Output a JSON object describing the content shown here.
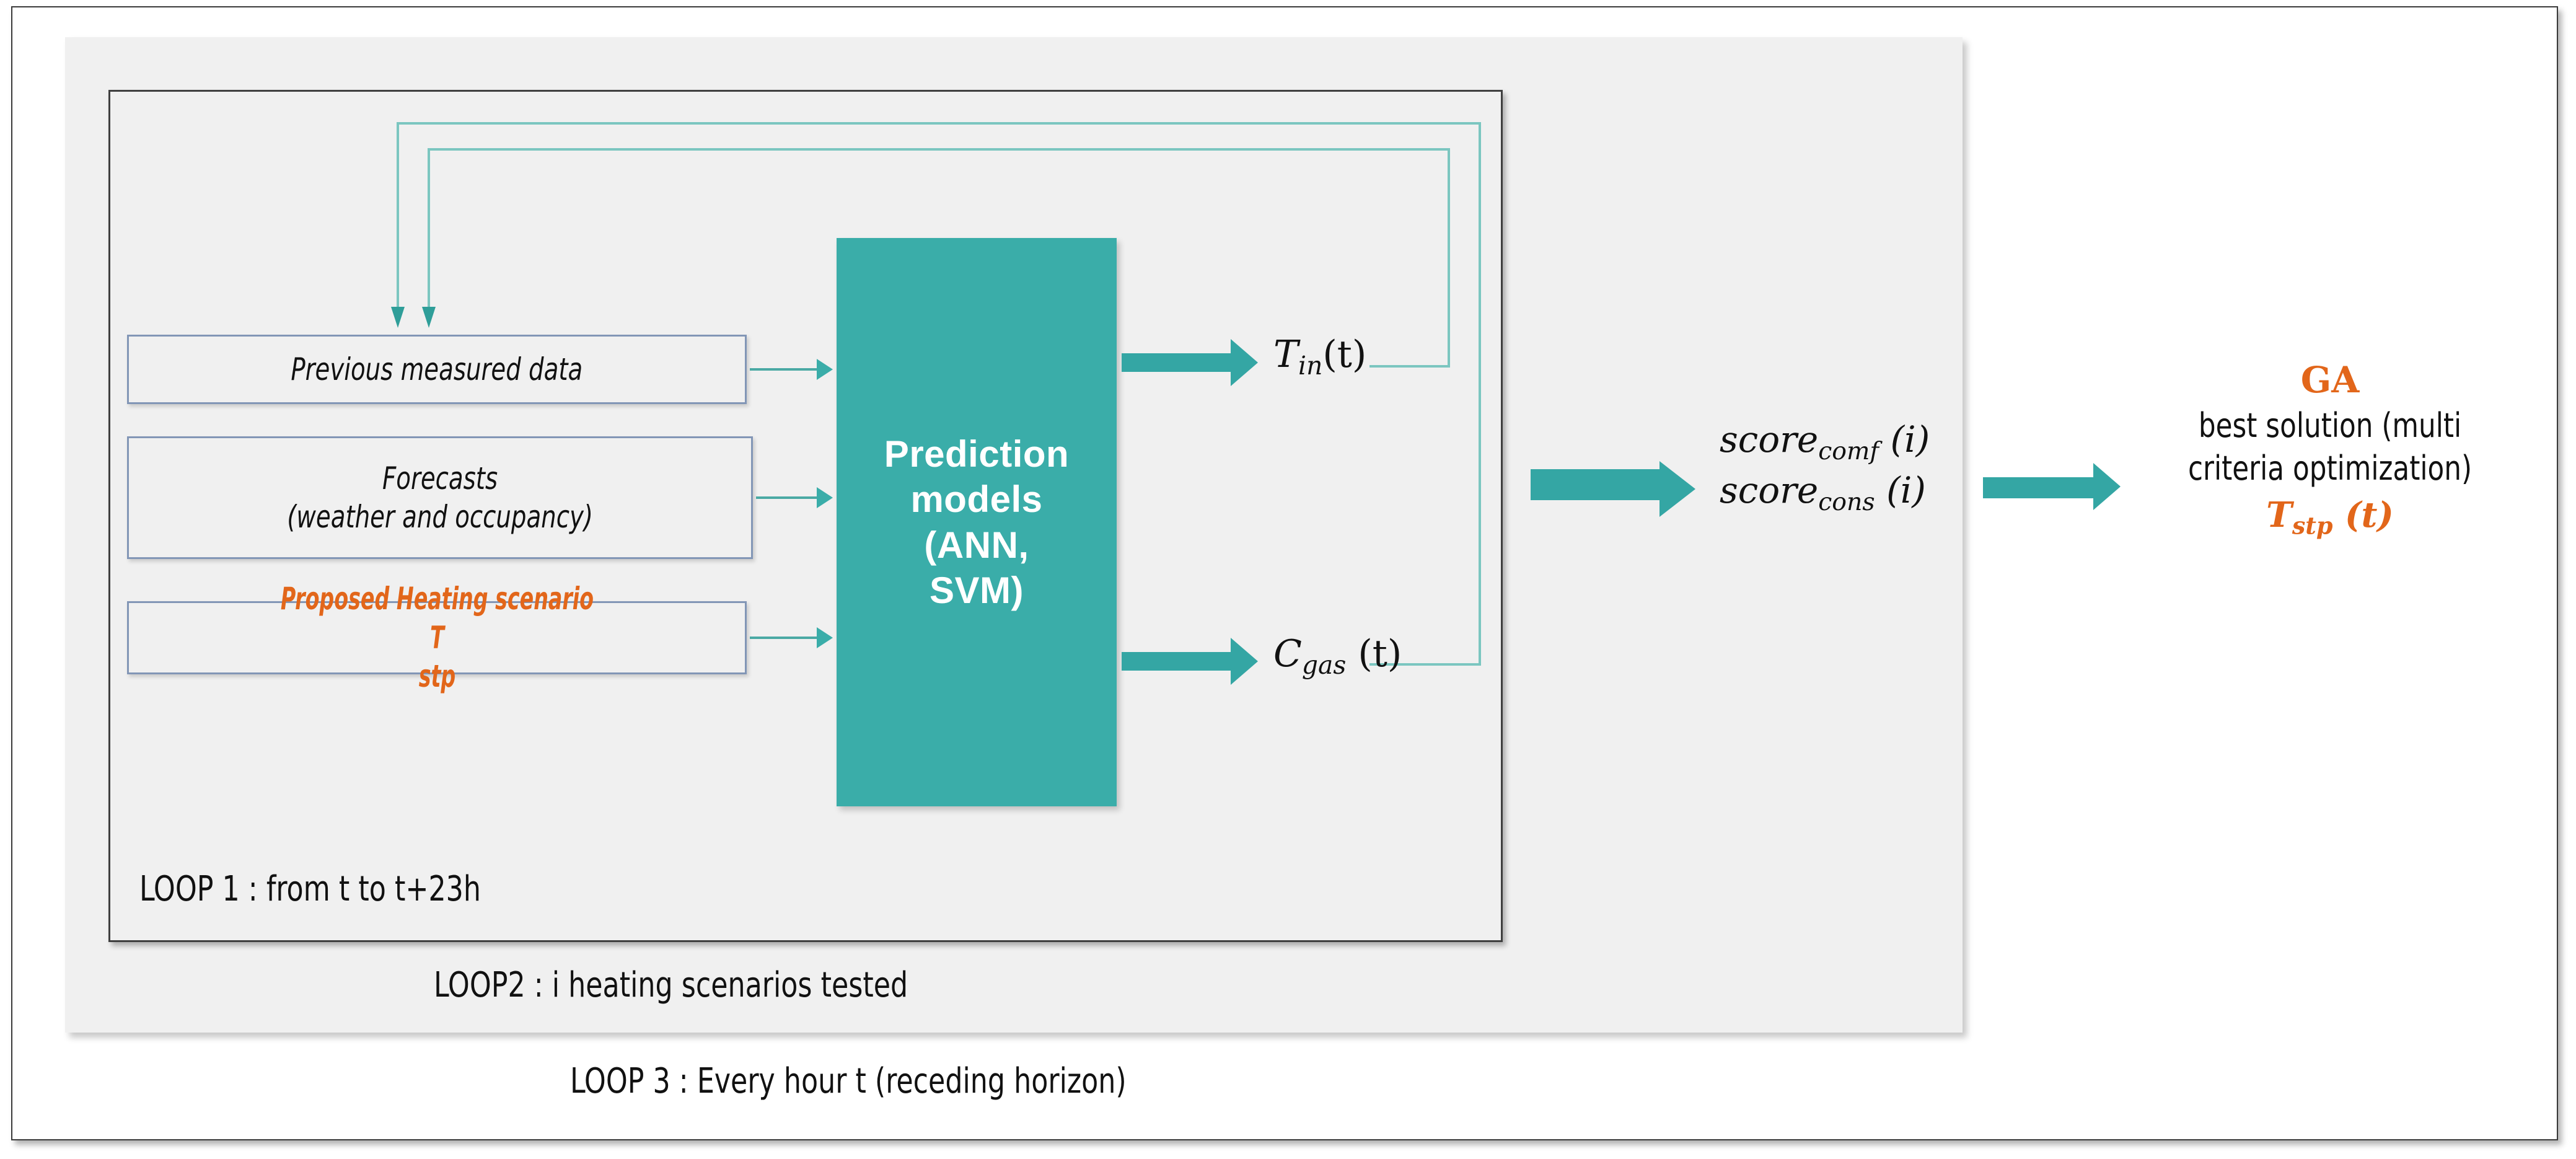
{
  "diagram": {
    "title": "Model predictive control scheme with prediction models and genetic algorithm",
    "colors": {
      "teal": "#3aada9",
      "teal_line": "#7bc6c0",
      "orange": "#e2661a",
      "box_border": "#8296b6",
      "panel_bg": "#f0f0f0",
      "frame_border": "#3f3f3f"
    },
    "inputs": [
      {
        "id": "previous-measured-data",
        "label": "Previous measured data",
        "color": "#111111"
      },
      {
        "id": "forecasts",
        "label": "Forecasts\n(weather and occupancy)",
        "color": "#111111"
      },
      {
        "id": "proposed-heating-scenario",
        "label_main": "Proposed Heating scenario ",
        "label_symbol": "T",
        "label_sub": "stp",
        "color": "#e2661a"
      }
    ],
    "process": {
      "id": "prediction-models",
      "label": "Prediction\nmodels\n(ANN,\nSVM)",
      "fill": "#3aada9",
      "text_color": "#ffffff"
    },
    "outputs": [
      {
        "id": "indoor-temperature",
        "symbol": "T",
        "sub": "in",
        "arg": "(t)"
      },
      {
        "id": "gas-consumption",
        "symbol": "C",
        "sub": "gas",
        "arg": " (t)"
      }
    ],
    "scores": [
      {
        "id": "score-comfort",
        "symbol": "score",
        "sub": "comf",
        "arg": " (i)"
      },
      {
        "id": "score-consumption",
        "symbol": "score",
        "sub": "cons",
        "arg": " (i)"
      }
    ],
    "ga": {
      "title": "GA",
      "description": "best solution (multi\ncriteria optimization)",
      "symbol": "T",
      "sub": "stp",
      "arg": " (t)"
    },
    "loops": [
      {
        "id": "loop-1",
        "label": "LOOP 1 : from t to t+23h"
      },
      {
        "id": "loop-2",
        "label": "LOOP2 : i heating scenarios tested"
      },
      {
        "id": "loop-3",
        "label": "LOOP 3 : Every hour t (receding horizon)"
      }
    ]
  }
}
